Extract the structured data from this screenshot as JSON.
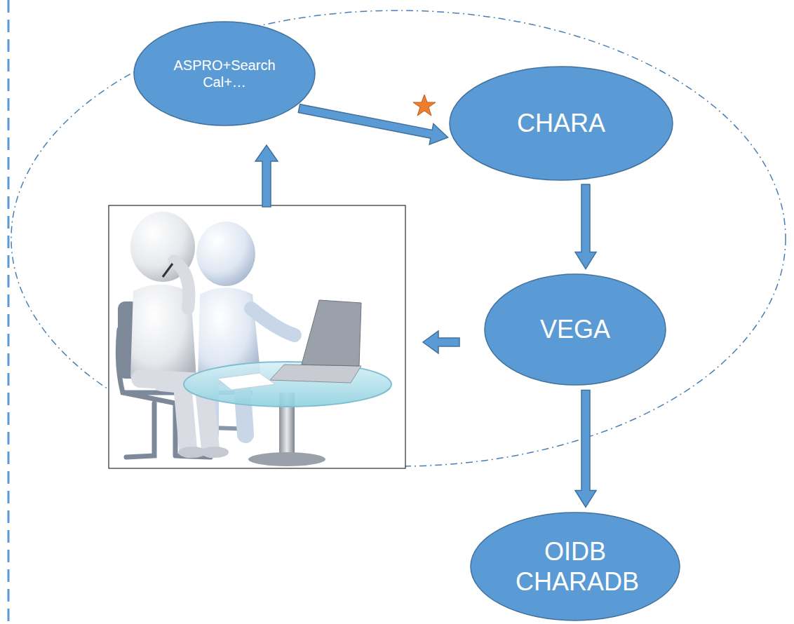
{
  "diagram": {
    "nodes": [
      {
        "text": [
          "ASPRO+Search Cal+…"
        ]
      },
      {
        "text": [
          "CHARA"
        ]
      },
      {
        "text": [
          "VEGA"
        ]
      },
      {
        "text": [
          "OIDB CHARADB"
        ]
      }
    ],
    "edges": [
      {
        "from": 0,
        "to": 1,
        "arrow": "to"
      },
      {
        "from": 1,
        "to": 2,
        "arrow": "to"
      },
      {
        "from": 2,
        "to": 3,
        "arrow": "to"
      }
    ]
  }
}
